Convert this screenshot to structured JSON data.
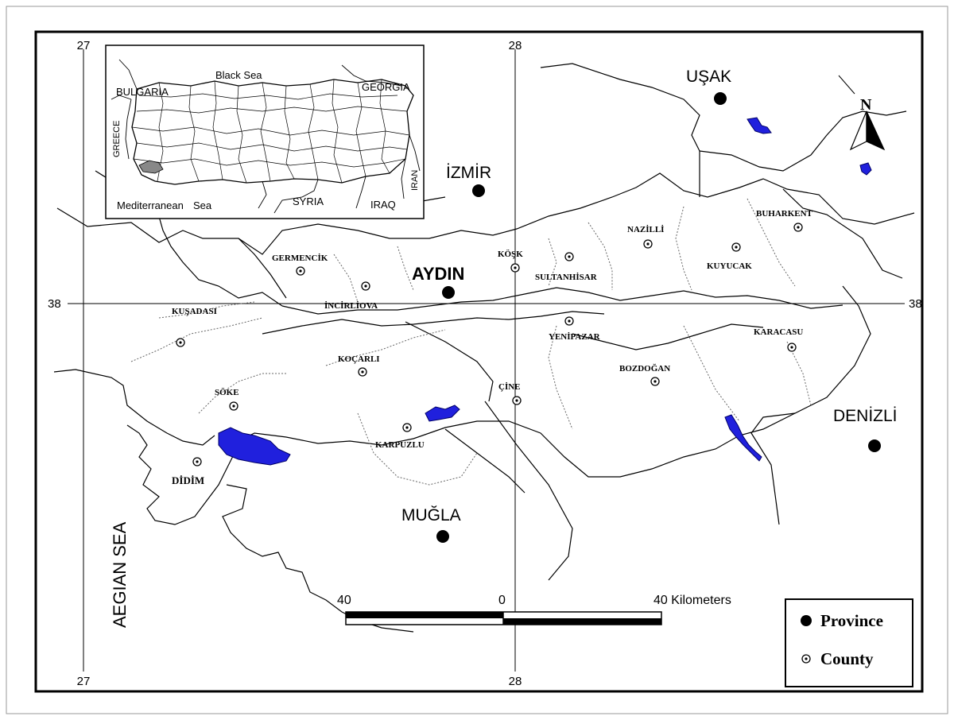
{
  "grid": {
    "lon_labels_top": [
      "27",
      "28"
    ],
    "lon_labels_bottom": [
      "27",
      "28"
    ],
    "lat_label_left": "38",
    "lat_label_right": "38"
  },
  "inset": {
    "labels": {
      "black_sea": "Black Sea",
      "bulgaria": "BULGARIA",
      "georgia": "GEORGIA",
      "greece": "GREECE",
      "iran": "IRAN",
      "mediterranean": "Mediterranean",
      "sea": "Sea",
      "syria": "SYRIA",
      "iraq": "IRAQ"
    }
  },
  "sea_label": "AEGIAN SEA",
  "provinces": {
    "usak": "UŞAK",
    "izmir": "İZMİR",
    "aydin": "AYDIN",
    "denizli": "DENİZLİ",
    "mugla": "MUĞLA"
  },
  "counties": {
    "germencik": "GERMENCİK",
    "incirliova": "İNCİRLİOVA",
    "kosk": "KÖŞK",
    "sultanhisar": "SULTANHİSAR",
    "nazilli": "NAZİLLİ",
    "buharkent": "BUHARKENT",
    "kuyucak": "KUYUCAK",
    "kusadasi": "KUŞADASI",
    "yenipazar": "YENİPAZAR",
    "karacasu": "KARACASU",
    "kocarli": "KOÇARLI",
    "bozdogan": "BOZDOĞAN",
    "cine": "ÇİNE",
    "soke": "SÖKE",
    "karpuzlu": "KARPUZLU",
    "didim": "DİDİM"
  },
  "north_label": "N",
  "scale_bar": {
    "left_label": "40",
    "center_label": "0",
    "right_label": "40 Kilometers"
  },
  "legend": {
    "province_label": "Province",
    "county_label": "County"
  },
  "colors": {
    "water": "#2020dd",
    "province_dot": "#000000",
    "inset_highlight": "#888888"
  }
}
